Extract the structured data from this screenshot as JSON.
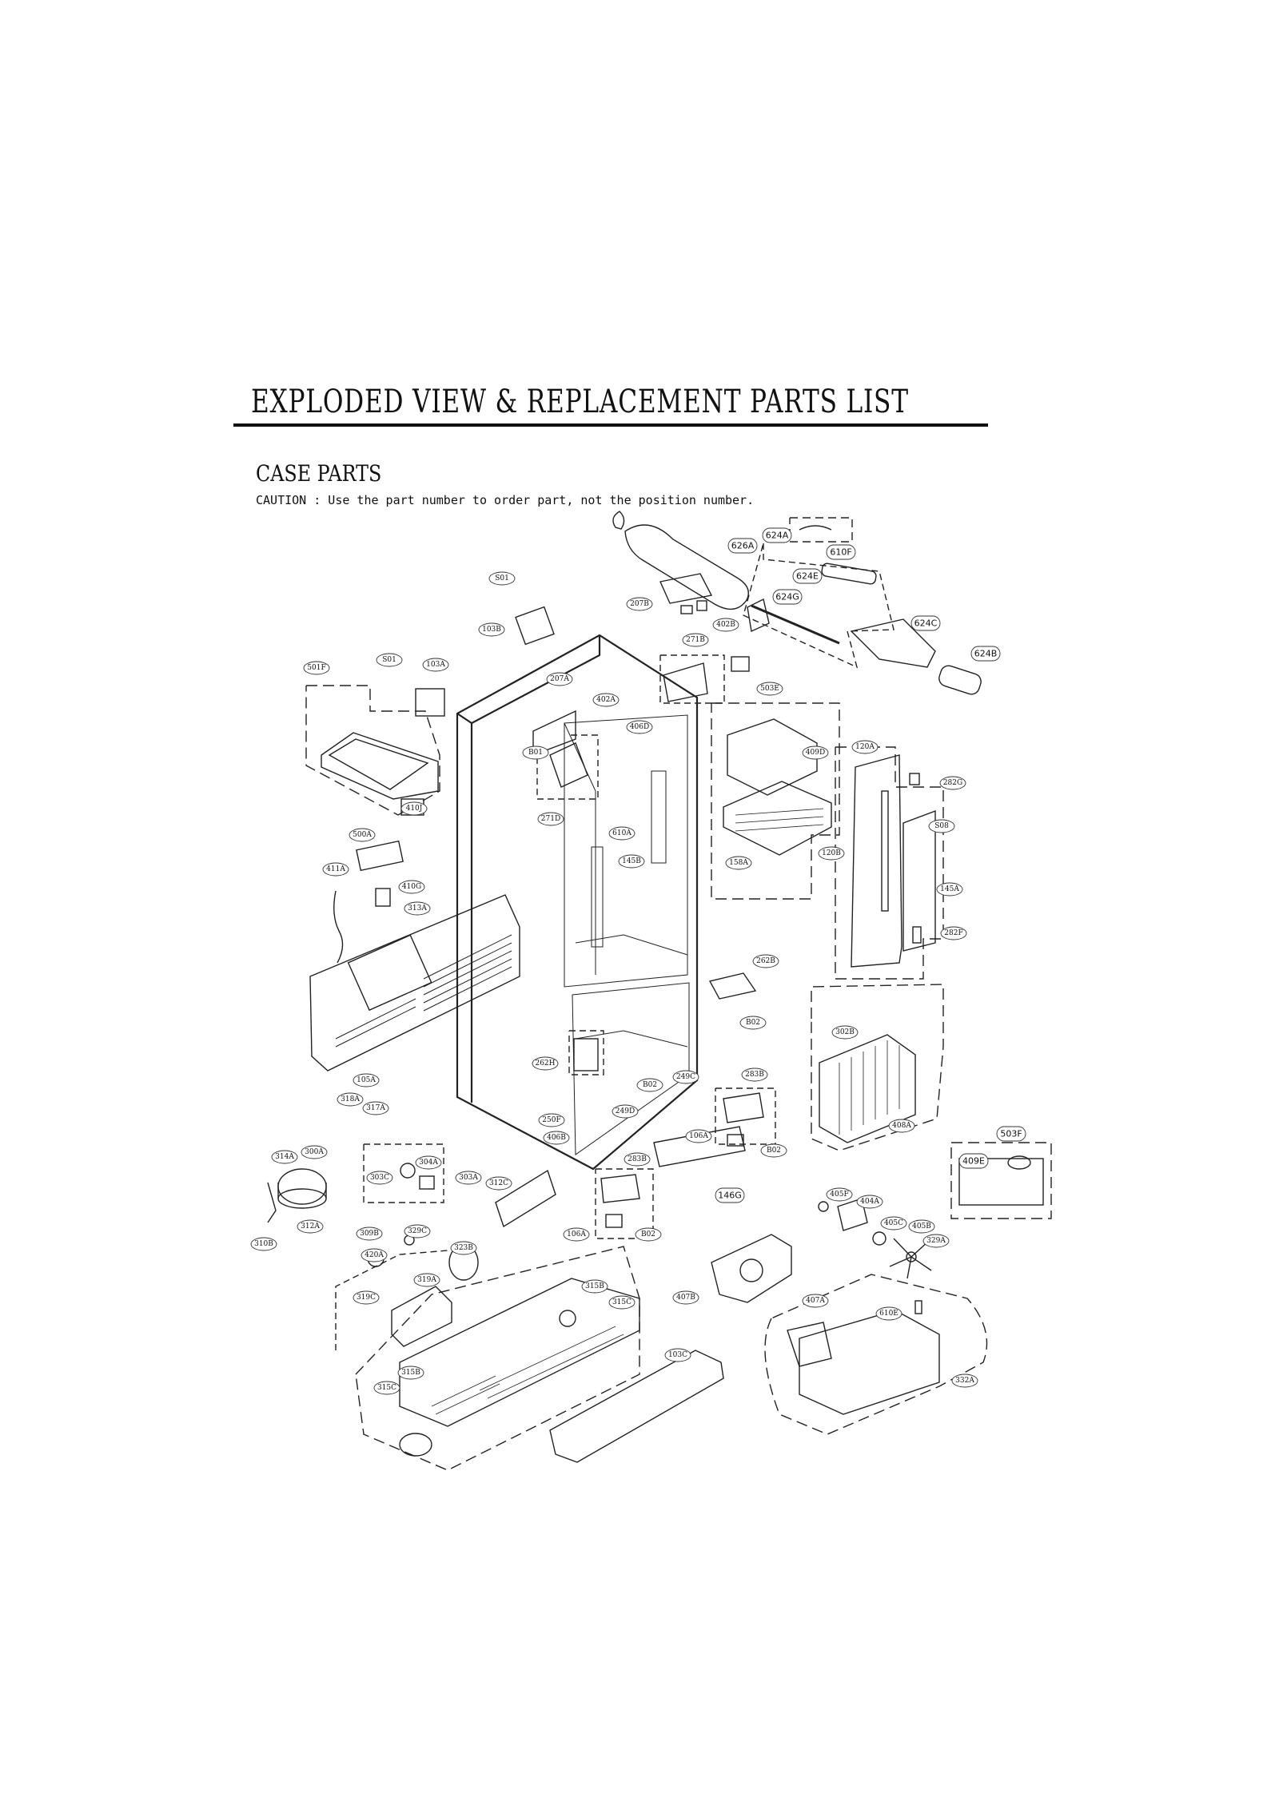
{
  "header": {
    "title": "EXPLODED VIEW & REPLACEMENT PARTS LIST",
    "section": "CASE PARTS",
    "caution": "CAUTION : Use the part number to order part, not the position number."
  },
  "parts": [
    "S01",
    "103B",
    "207B",
    "402B",
    "271B",
    "626A",
    "624A",
    "610F",
    "624E",
    "624G",
    "624C",
    "624B",
    "S01",
    "103A",
    "501F",
    "207A",
    "402A",
    "B01",
    "503E",
    "406D",
    "271D",
    "610A",
    "145B",
    "409D",
    "158A",
    "120A",
    "282G",
    "120B",
    "S08",
    "145A",
    "282F",
    "410J",
    "500A",
    "411A",
    "410G",
    "313A",
    "105A",
    "318A",
    "317A",
    "262B",
    "B02",
    "302B",
    "262H",
    "249C",
    "B02",
    "283B",
    "250F",
    "249D",
    "406B",
    "408A",
    "503F",
    "409E",
    "106A",
    "B02",
    "146G",
    "283B",
    "B02",
    "106A",
    "314A",
    "300A",
    "304A",
    "303C",
    "303A",
    "312C",
    "312A",
    "310B",
    "309B",
    "329C",
    "323B",
    "420A",
    "319A",
    "319C",
    "315B",
    "315C",
    "103C",
    "315C",
    "315B",
    "405F",
    "404A",
    "405C",
    "405B",
    "329A",
    "407B",
    "407A",
    "610E",
    "332A"
  ]
}
